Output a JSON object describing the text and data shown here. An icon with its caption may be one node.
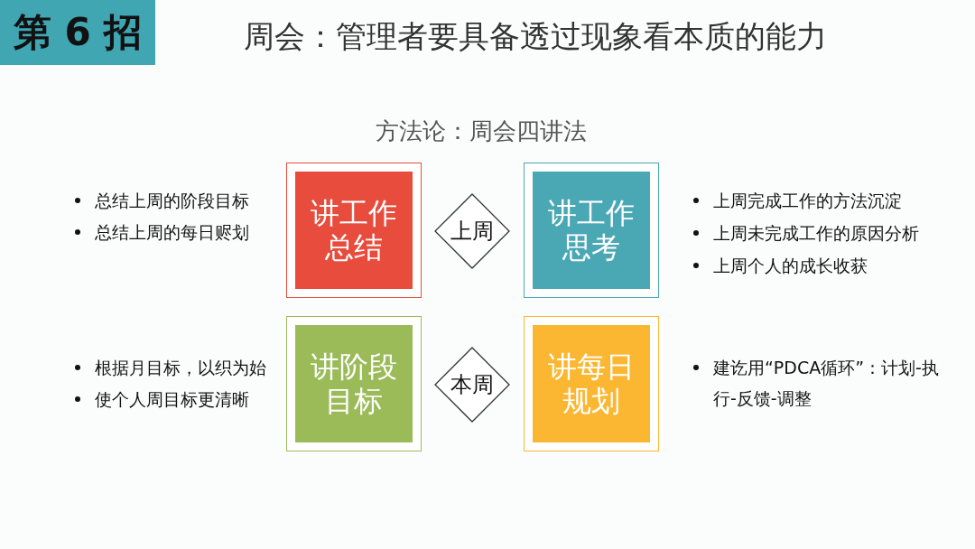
{
  "diagram": {
    "title": "周会：管理者要具备透过现象看本质的能力",
    "nodes": [
      {
        "text": [
          "第 6 招"
        ]
      },
      {
        "text": [
          "讲工作总结"
        ]
      },
      {
        "text": [
          "上周"
        ]
      },
      {
        "text": [
          "讲工作思考"
        ]
      },
      {
        "text": [
          "讲阶段目标"
        ]
      },
      {
        "text": [
          "本周"
        ]
      },
      {
        "text": [
          "讲每日规划"
        ]
      }
    ],
    "labels": [
      "方法论：周会四讲法",
      "总结上周的阶段目标",
      "总结上周的每日赆划",
      "上周完成工作的方法沉淀",
      "上周未完成工作的原因分析",
      "上周个人的成长收获",
      "根据月目标，以织为始",
      "使个人周目标更清晰",
      "建讫用“PDCA循环”：计划-执行-反馈-调整"
    ]
  }
}
